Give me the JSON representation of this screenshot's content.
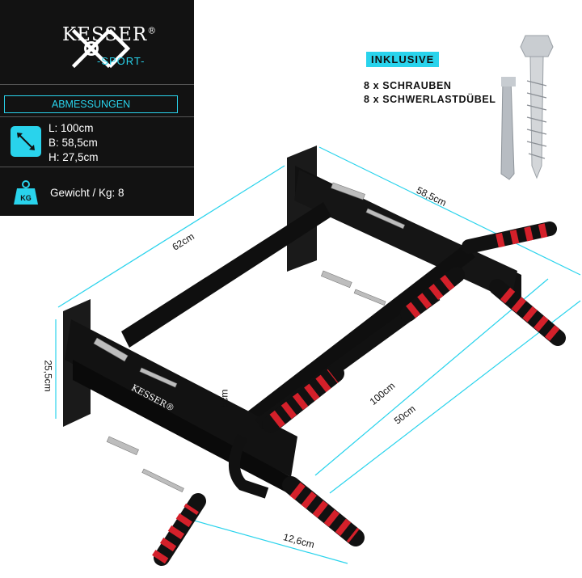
{
  "brand": {
    "name": "KESSER",
    "registered": "®",
    "subtitle": "-SPORT-"
  },
  "specs": {
    "title": "ABMESSUNGEN",
    "length": "L: 100cm",
    "width": "B: 58,5cm",
    "height": "H: 27,5cm",
    "weight_label": "Gewicht / Kg: 8",
    "weight_icon_text": "KG"
  },
  "inklusive": {
    "badge": "INKLUSIVE",
    "line1": "8 x SCHRAUBEN",
    "line2": "8 x SCHWERLASTDÜBEL"
  },
  "dimensions": {
    "d62": "62cm",
    "d585": "58,5cm",
    "d255": "25,5cm",
    "d5": "5cm",
    "d100": "100cm",
    "d50": "50cm",
    "d126": "12,6cm"
  },
  "bar_brand": "KESSER®",
  "colors": {
    "accent": "#29d3ec",
    "panel": "#121212",
    "grip_red": "#d4202a",
    "frame": "#141414"
  }
}
